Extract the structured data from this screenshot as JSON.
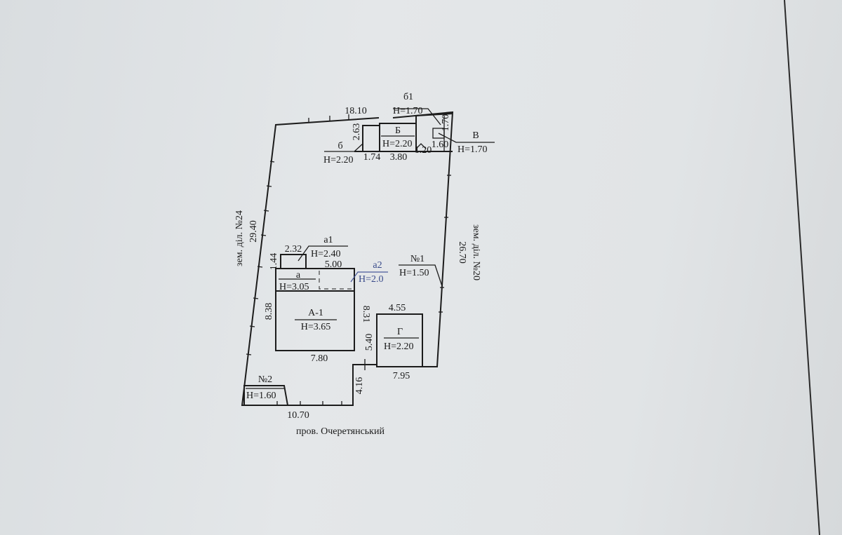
{
  "plot": {
    "street": "пров. Очеретянський",
    "neighbor_left": "зем. діл. №24",
    "neighbor_right": "зем. діл. №20",
    "dims": {
      "top": "18.10",
      "left": "29.40",
      "right": "26.70",
      "bottom": "10.70",
      "step_v": "4.16",
      "g_left": "5.40",
      "g_top": "4.55",
      "g_bottom": "7.95",
      "a_left": "8.38",
      "a_right": "8.31",
      "a_bottom": "7.80",
      "a_top": "5.00",
      "a1_w": "2.32",
      "a1_h": "1.44",
      "b_h": "2.63",
      "b_w1": "1.74",
      "b_w2": "3.80",
      "b_w3": "1.20",
      "b_w4": "1.60",
      "b_w5": "1.70"
    },
    "buildings": [
      {
        "name": "А-1",
        "height": "H=3.65"
      },
      {
        "name": "а",
        "height": "H=3.05"
      },
      {
        "name": "а1",
        "height": "H=2.40"
      },
      {
        "name": "а2",
        "height": "H=2.0"
      },
      {
        "name": "Г",
        "height": "H=2.20"
      },
      {
        "name": "Б",
        "height": "H=2.20"
      },
      {
        "name": "б",
        "height": "H=2.20"
      },
      {
        "name": "б1",
        "height": "H=1.70"
      },
      {
        "name": "В",
        "height": "H=1.70"
      },
      {
        "name": "№1",
        "height": "H=1.50"
      },
      {
        "name": "№2",
        "height": "H=1.60"
      }
    ]
  }
}
